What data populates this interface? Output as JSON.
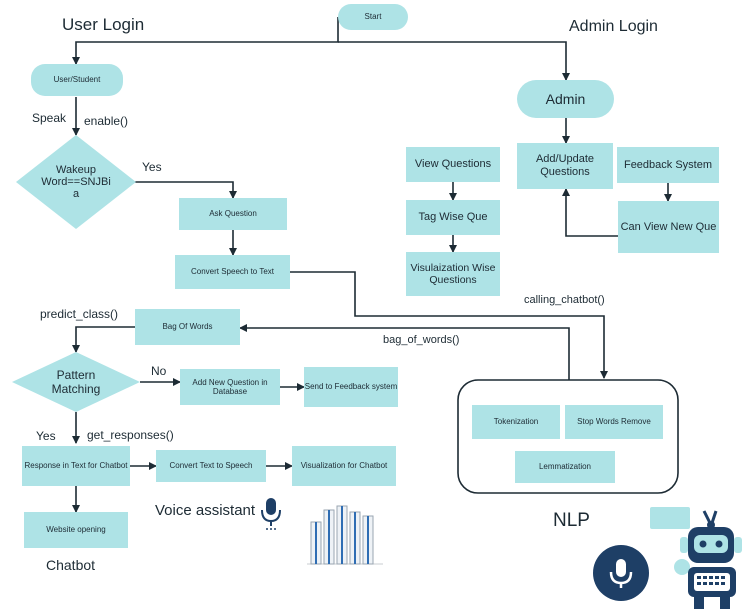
{
  "headers": {
    "user_login": "User Login",
    "admin_login": "Admin Login",
    "nlp": "NLP",
    "chatbot": "Chatbot",
    "voice_assistant": "Voice assistant"
  },
  "nodes": {
    "start": "Start",
    "user_student": "User/Student",
    "admin": "Admin",
    "wakeup": "Wakeup Word==SNJBi a",
    "ask_question": "Ask Question",
    "convert_speech": "Convert Speech to Text",
    "view_questions": "View Questions",
    "tag_wise": "Tag Wise Que",
    "visualization_wise": "Visulaization Wise Questions",
    "add_update": "Add/Update Questions",
    "feedback_system": "Feedback System",
    "can_view_new": "Can View New Que",
    "bag_of_words": "Bag Of Words",
    "pattern_matching": "Pattern Matching",
    "add_new_question": "Add New Question in Database",
    "send_feedback": "Send to Feedback system",
    "tokenization": "Tokenization",
    "stop_words": "Stop Words Remove",
    "lemmatization": "Lemmatization",
    "response_text": "Response in Text for Chatbot",
    "text_to_speech": "Convert Text to Speech",
    "visualization_chatbot": "Visualization for Chatbot",
    "website_opening": "Website opening"
  },
  "edge_labels": {
    "speak": "Speak",
    "enable": "enable()",
    "yes1": "Yes",
    "predict_class": "predict_class()",
    "calling_chatbot": "calling_chatbot()",
    "bag_of_words_fn": "bag_of_words()",
    "no": "No",
    "yes2": "Yes",
    "get_responses": "get_responses()"
  },
  "colors": {
    "node_fill": "#aee3e6",
    "line": "#1d2b34",
    "mic_circle": "#1e3f66"
  }
}
